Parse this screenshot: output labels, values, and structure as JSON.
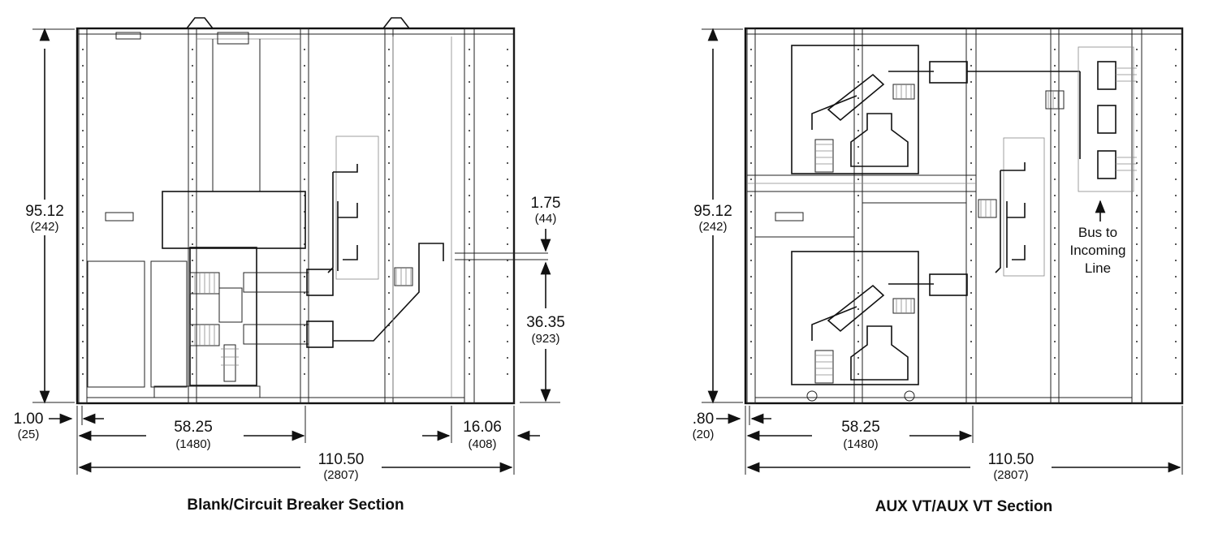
{
  "diagram": {
    "left": {
      "caption": "Blank/Circuit Breaker Section",
      "height": {
        "inch": "95.12",
        "mm": "(242)"
      },
      "side_gap": {
        "inch": "1.00",
        "mm": "(25)"
      },
      "breaker_depth": {
        "inch": "58.25",
        "mm": "(1480)"
      },
      "overall_depth": {
        "inch": "110.50",
        "mm": "(2807)"
      },
      "rear_depth": {
        "inch": "16.06",
        "mm": "(408)"
      },
      "top_offset": {
        "inch": "1.75",
        "mm": "(44)"
      },
      "bus_height": {
        "inch": "36.35",
        "mm": "(923)"
      }
    },
    "right": {
      "caption": "AUX VT/AUX VT Section",
      "height": {
        "inch": "95.12",
        "mm": "(242)"
      },
      "side_gap": {
        "inch": ".80",
        "mm": "(20)"
      },
      "breaker_depth": {
        "inch": "58.25",
        "mm": "(1480)"
      },
      "overall_depth": {
        "inch": "110.50",
        "mm": "(2807)"
      },
      "bus_note": [
        "Bus to",
        "Incoming",
        "Line"
      ]
    }
  }
}
